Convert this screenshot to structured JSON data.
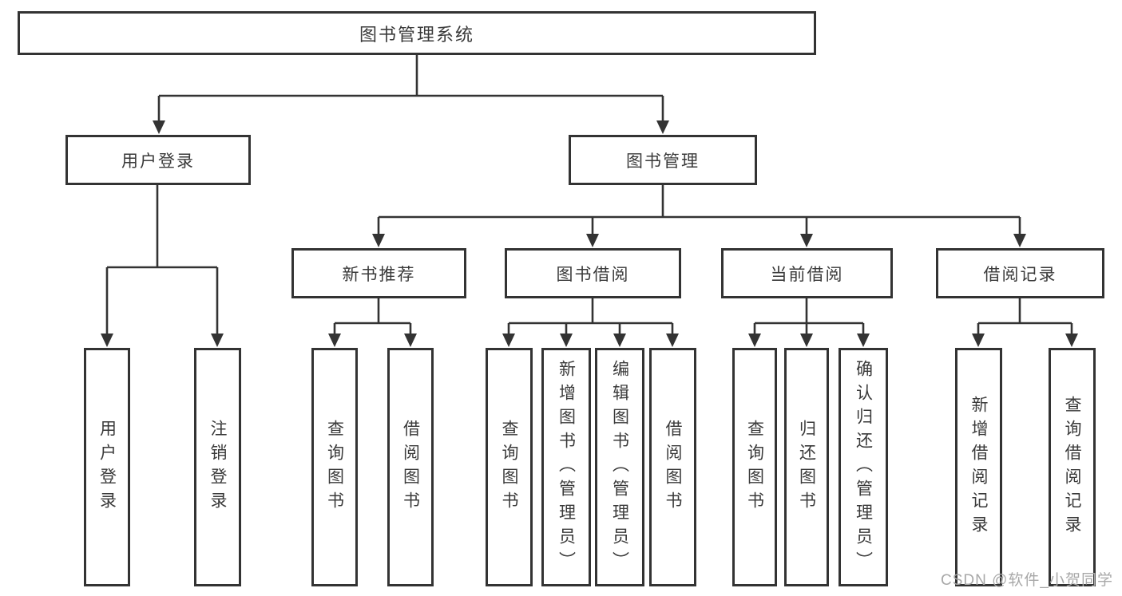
{
  "tree": {
    "root": {
      "label": "图书管理系统"
    },
    "branches": [
      {
        "label": "用户登录",
        "children": [
          {
            "label": "用户登录"
          },
          {
            "label": "注销登录"
          }
        ]
      },
      {
        "label": "图书管理",
        "groups": [
          {
            "label": "新书推荐",
            "children": [
              {
                "label": "查询图书"
              },
              {
                "label": "借阅图书"
              }
            ]
          },
          {
            "label": "图书借阅",
            "children": [
              {
                "label": "查询图书"
              },
              {
                "label": "新增图书（管理员）"
              },
              {
                "label": "编辑图书（管理员）"
              },
              {
                "label": "借阅图书"
              }
            ]
          },
          {
            "label": "当前借阅",
            "children": [
              {
                "label": "查询图书"
              },
              {
                "label": "归还图书"
              },
              {
                "label": "确认归还（管理员）"
              }
            ]
          },
          {
            "label": "借阅记录",
            "children": [
              {
                "label": "新增借阅记录"
              },
              {
                "label": "查询借阅记录"
              }
            ]
          }
        ]
      }
    ]
  },
  "watermark": "CSDN @软件_小贺同学",
  "colors": {
    "line": "#333333",
    "text": "#3a3a3a",
    "background": "#ffffff",
    "watermark": "#a8a8a8"
  }
}
